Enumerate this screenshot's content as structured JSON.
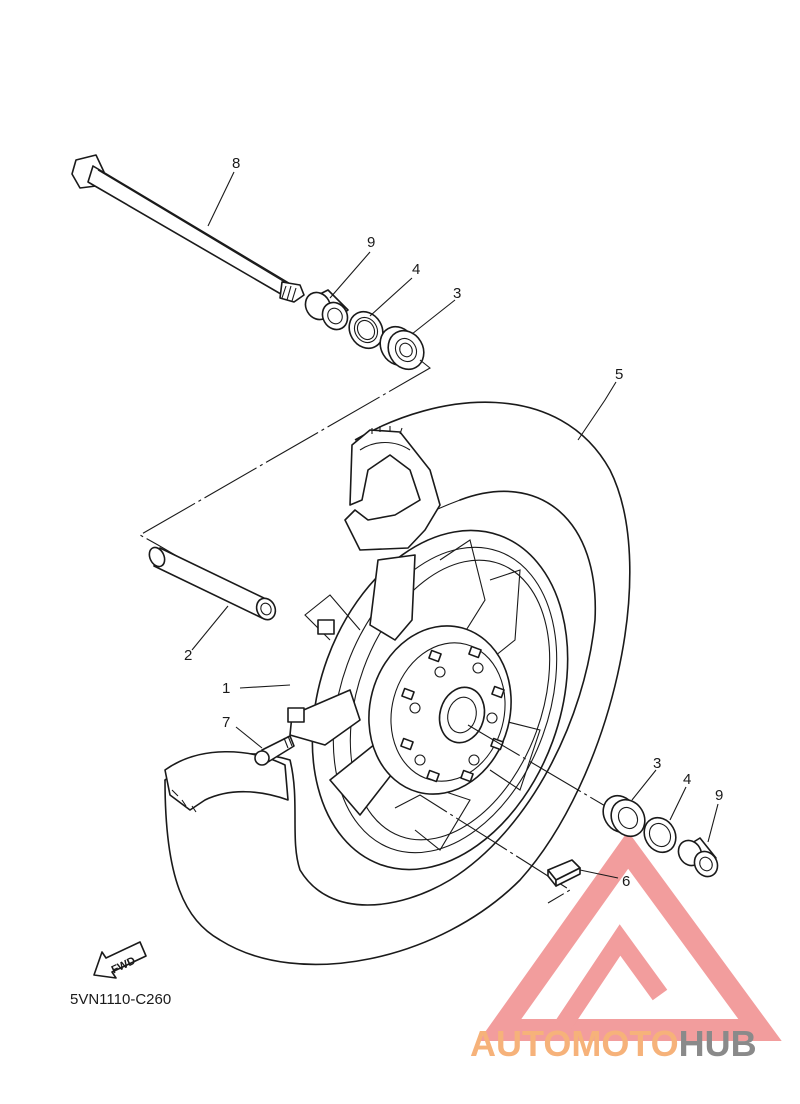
{
  "diagram": {
    "code": "5VN1110-C260",
    "fwd_label": "FWD",
    "callouts": [
      {
        "id": "c8",
        "text": "8"
      },
      {
        "id": "c9a",
        "text": "9"
      },
      {
        "id": "c4a",
        "text": "4"
      },
      {
        "id": "c3a",
        "text": "3"
      },
      {
        "id": "c5",
        "text": "5"
      },
      {
        "id": "c2",
        "text": "2"
      },
      {
        "id": "c1",
        "text": "1"
      },
      {
        "id": "c7",
        "text": "7"
      },
      {
        "id": "c3b",
        "text": "3"
      },
      {
        "id": "c4b",
        "text": "4"
      },
      {
        "id": "c9b",
        "text": "9"
      },
      {
        "id": "c6",
        "text": "6"
      }
    ]
  },
  "watermark": {
    "word1": "AUTOMOTO",
    "word2": "HUB",
    "color1": "#f6b27a",
    "color2": "#8a8a8a",
    "logo_color": "#f08c8c"
  }
}
